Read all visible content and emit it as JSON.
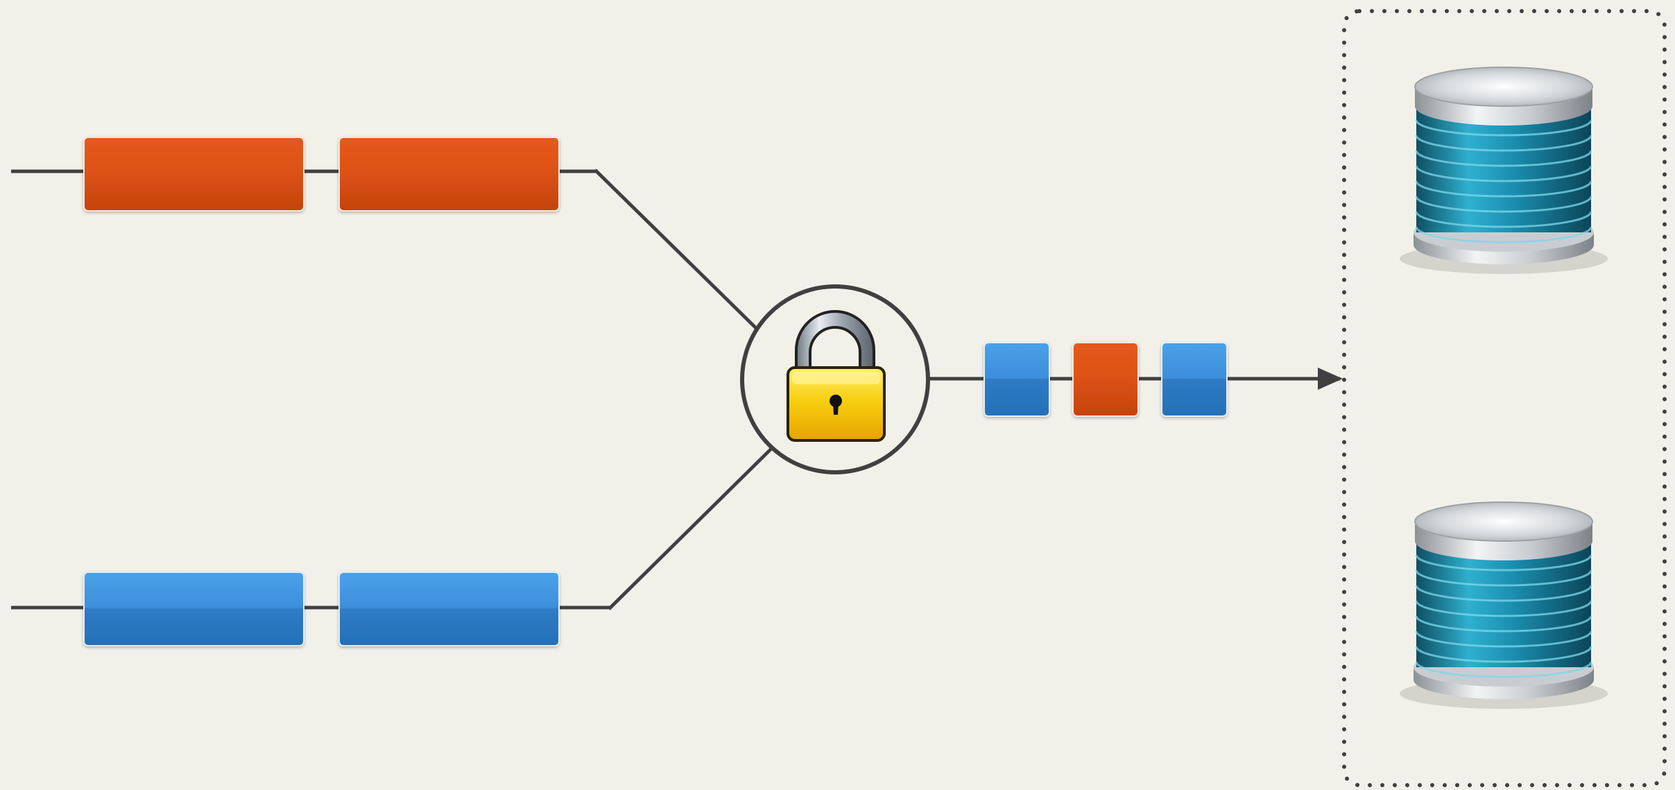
{
  "diagram": {
    "colors": {
      "background": "#f2f1e9",
      "line": "#404040",
      "orange_top": "#e2561a",
      "orange_bottom": "#c9450c",
      "blue_top": "#4299e6",
      "blue_bottom": "#2773bd",
      "lock_body": "#f6c500",
      "disk_band": "#1f8fb2"
    },
    "streams": [
      {
        "id": "orange-stream",
        "color": "orange",
        "block_count": 2
      },
      {
        "id": "blue-stream",
        "color": "blue",
        "block_count": 2
      }
    ],
    "merged_sequence": [
      "blue",
      "orange",
      "blue"
    ],
    "merge_point_icon": "padlock-icon",
    "storage": {
      "icon": "database-icon",
      "count": 2,
      "border": "dotted"
    }
  }
}
